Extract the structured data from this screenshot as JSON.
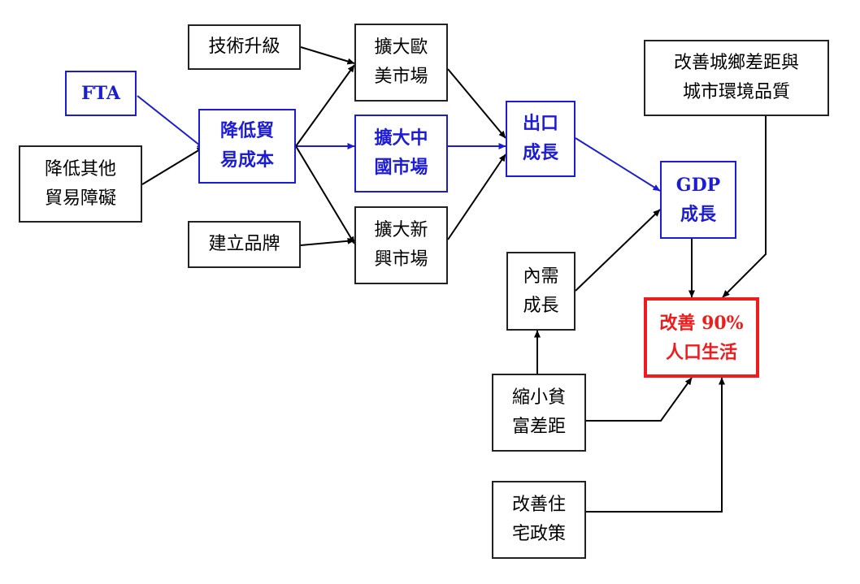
{
  "colors": {
    "black": "#000000",
    "blue": "#1c1cd6",
    "red": "#ee1c1c"
  },
  "nodes": {
    "fta": {
      "label": "FTA"
    },
    "reduce_other_barriers": {
      "label": "降低其他\n貿易障礙"
    },
    "reduce_trade_cost": {
      "label": "降低貿\n易成本"
    },
    "tech_upgrade": {
      "label": "技術升級"
    },
    "build_brand": {
      "label": "建立品牌"
    },
    "expand_western": {
      "label": "擴大歐\n美市場"
    },
    "expand_china": {
      "label": "擴大中\n國市場"
    },
    "expand_emerging": {
      "label": "擴大新\n興市場"
    },
    "export_growth": {
      "label": "出口\n成長"
    },
    "gdp_growth": {
      "label": "GDP\n成長"
    },
    "urban_rural": {
      "label": "改善城鄉差距與\n城市環境品質"
    },
    "domestic_growth": {
      "label": "內需\n成長"
    },
    "reduce_wealth_gap": {
      "label": "縮小貧\n富差距"
    },
    "housing_policy": {
      "label": "改善住\n宅政策"
    },
    "improve_life": {
      "label": "改善 90%\n人口生活"
    }
  }
}
